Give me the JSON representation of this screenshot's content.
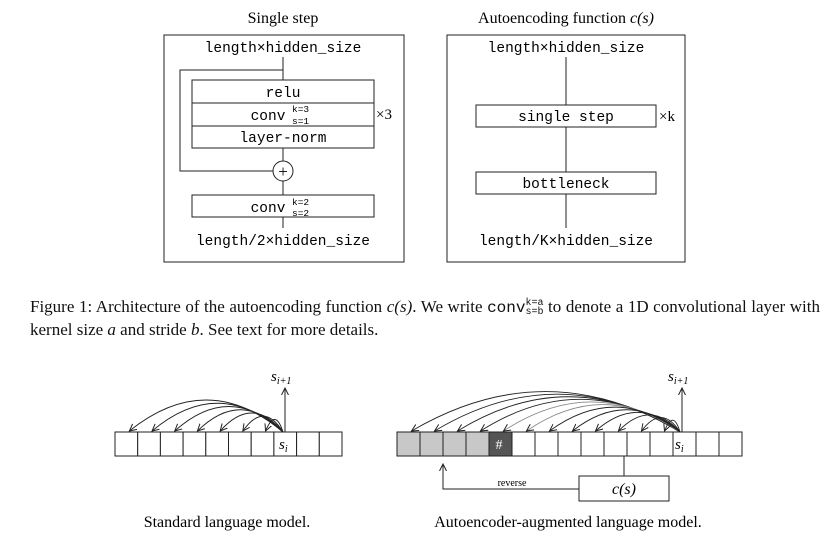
{
  "figure1": {
    "left_panel": {
      "title": "Single step",
      "top_label": "length×hidden_size",
      "relu": "relu",
      "conv1": "conv",
      "conv1_sup": "k=3",
      "conv1_sub": "s=1",
      "layer_norm": "layer-norm",
      "repeat": "×3",
      "plus": "+",
      "conv2": "conv",
      "conv2_sup": "k=2",
      "conv2_sub": "s=2",
      "bottom_label": "length/2×hidden_size"
    },
    "right_panel": {
      "title_prefix": "Autoencoding function ",
      "title_math": "c(s)",
      "top_label": "length×hidden_size",
      "single_step": "single step",
      "repeat": "×k",
      "bottleneck": "bottleneck",
      "bottom_label": "length/K×hidden_size"
    }
  },
  "caption": {
    "part1": "Figure 1: Architecture of the autoencoding function ",
    "math1": "c(s)",
    "part2": ". We write ",
    "conv": "conv",
    "conv_sup": "k=a",
    "conv_sub": "s=b",
    "part3": " to denote a 1D convolutional layer with kernel size ",
    "a": "a",
    "part4": " and stride ",
    "b": "b",
    "part5": ". See text for more details."
  },
  "figure2": {
    "left": {
      "s_next": "s",
      "s_next_sub": "i+1",
      "s_i": "s",
      "s_i_sub": "i",
      "caption": "Standard language model."
    },
    "right": {
      "s_next": "s",
      "s_next_sub": "i+1",
      "s_i": "s",
      "s_i_sub": "i",
      "hash": "#",
      "reverse": "reverse",
      "c_of_s": "c(s)",
      "caption": "Autoencoder-augmented language model."
    }
  },
  "colors": {
    "stroke": "#222222",
    "shaded_cell": "#c8c8c8",
    "hash_cell": "#555555",
    "arc_light": "#888888"
  }
}
